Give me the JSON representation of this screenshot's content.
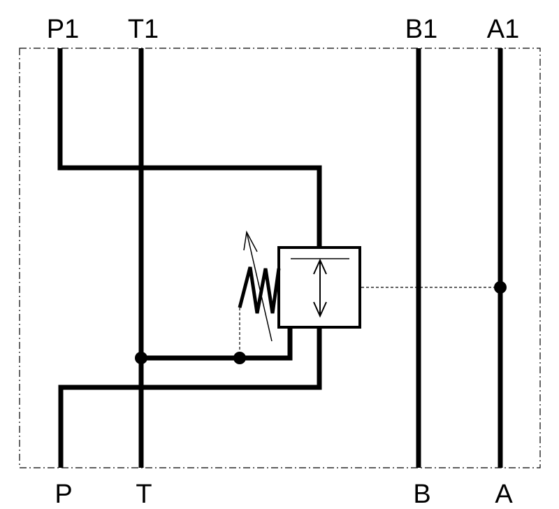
{
  "ports": {
    "top": {
      "p1": "P1",
      "t1": "T1",
      "b1": "B1",
      "a1": "A1"
    },
    "bottom": {
      "p": "P",
      "t": "T",
      "b": "B",
      "a": "A"
    }
  },
  "colors": {
    "line": "#000000",
    "background": "#ffffff"
  },
  "symbols": {
    "valve": "pressure-relief-valve",
    "spring": "adjustable-spring",
    "junction": "junction-dot"
  }
}
